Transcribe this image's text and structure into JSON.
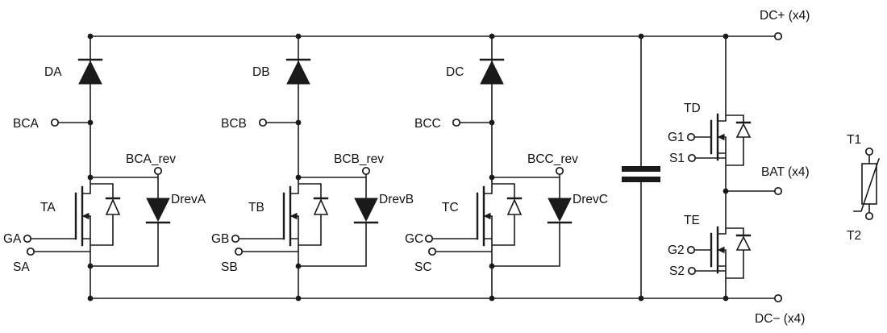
{
  "rails": {
    "dc_plus": "DC+ (x4)",
    "dc_minus": "DC− (x4)",
    "bat": "BAT (x4)"
  },
  "legs": [
    {
      "diode": "DA",
      "bc_terminal": "BCA",
      "mosfet": "TA",
      "gate": "GA",
      "source": "SA",
      "rev_terminal": "BCA_rev",
      "rev_diode": "DrevA"
    },
    {
      "diode": "DB",
      "bc_terminal": "BCB",
      "mosfet": "TB",
      "gate": "GB",
      "source": "SB",
      "rev_terminal": "BCB_rev",
      "rev_diode": "DrevB"
    },
    {
      "diode": "DC",
      "bc_terminal": "BCC",
      "mosfet": "TC",
      "gate": "GC",
      "source": "SC",
      "rev_terminal": "BCC_rev",
      "rev_diode": "DrevC"
    }
  ],
  "battery_switch": {
    "top_mosfet": "TD",
    "top_gate": "G1",
    "top_source": "S1",
    "bottom_mosfet": "TE",
    "bottom_gate": "G2",
    "bottom_source": "S2"
  },
  "thermistor": {
    "top": "T1",
    "bottom": "T2"
  },
  "colors": {
    "line": "#1a1a1a",
    "background": "#ffffff"
  }
}
